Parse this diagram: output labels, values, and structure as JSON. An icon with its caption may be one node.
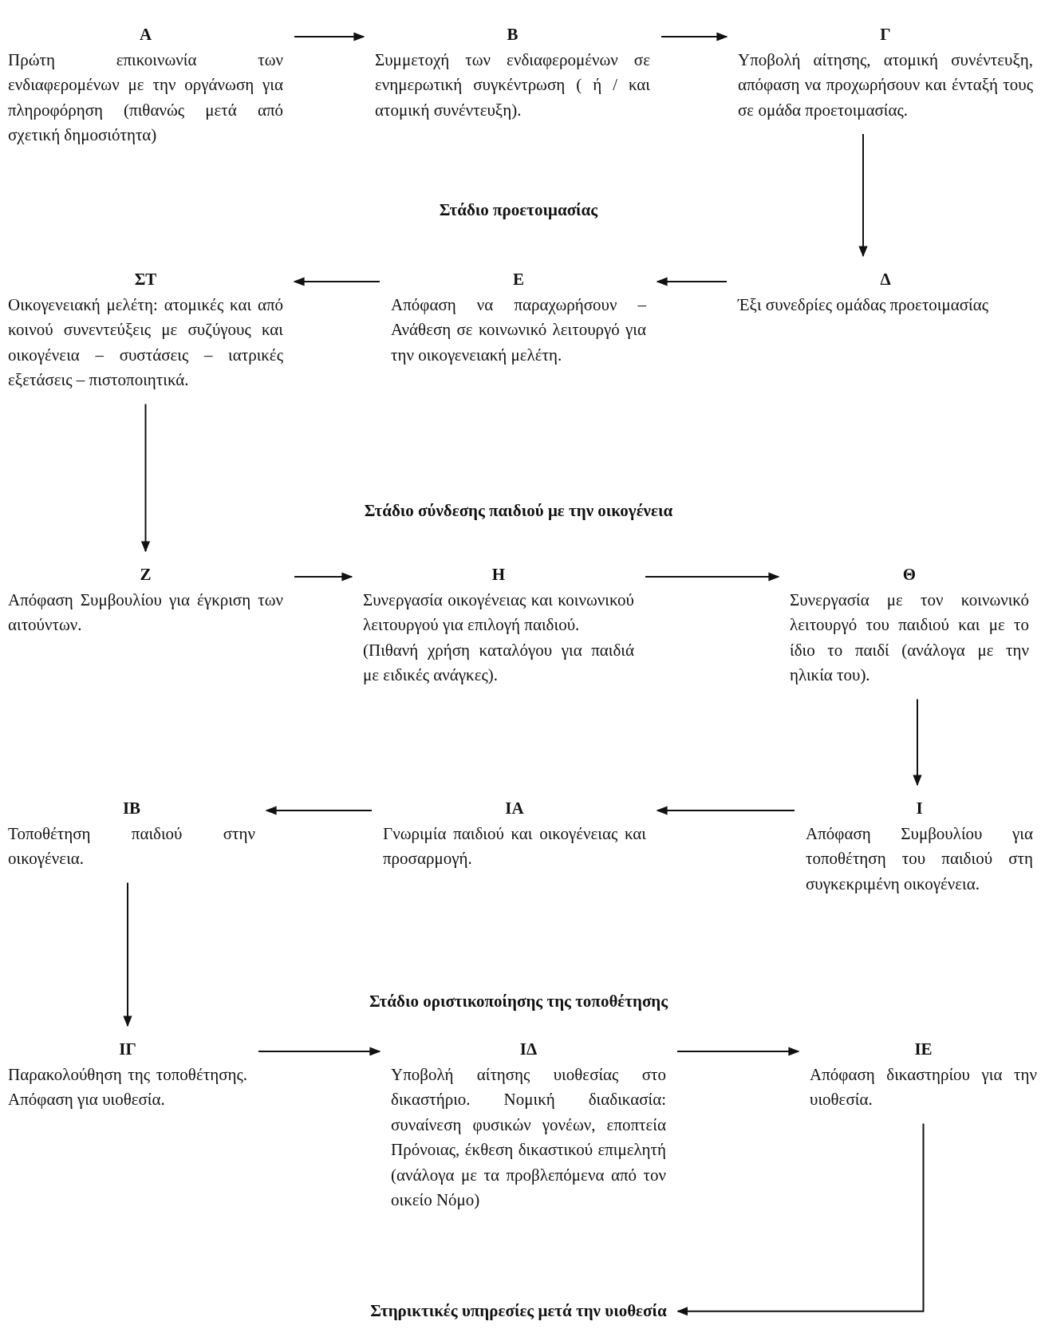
{
  "diagram": {
    "nodes": [
      {
        "text": [
          "Α",
          "Πρώτη επικοινωνία των ενδιαφερομένων με την οργάνωση για πληροφόρηση (πιθανώς μετά από σχετική δημοσιότητα)"
        ]
      },
      {
        "text": [
          "Β",
          "Συμμετοχή των ενδιαφερομένων σε ενημερωτική συγκέντρωση ( ή / και ατομική συνέντευξη)."
        ]
      },
      {
        "text": [
          "Γ",
          "Υποβολή αίτησης, ατομική συνέντευξη, απόφαση να προχωρήσουν και ένταξή τους σε ομάδα προετοιμασίας."
        ]
      },
      {
        "text": [
          "Δ",
          "Έξι συνεδρίες ομάδας προετοιμασίας"
        ]
      },
      {
        "text": [
          "Ε",
          "Απόφαση να παραχωρήσουν – Ανάθεση σε κοινωνικό λειτουργό για την οικογενειακή μελέτη."
        ]
      },
      {
        "text": [
          "ΣΤ",
          "Οικογενειακή μελέτη: ατομικές και από κοινού συνεντεύξεις με συζύγους και οικογένεια – συστάσεις – ιατρικές εξετάσεις – πιστοποιητικά."
        ]
      },
      {
        "text": [
          "Ζ",
          "Απόφαση Συμβουλίου για έγκριση των αιτούντων."
        ]
      },
      {
        "text": [
          "Η",
          "Συνεργασία οικογένειας και κοινωνικού λειτουργού για επιλογή παιδιού.",
          "(Πιθανή χρήση καταλόγου για παιδιά με ειδικές ανάγκες)."
        ]
      },
      {
        "text": [
          "Θ",
          "Συνεργασία με τον κοινωνικό λειτουργό του παιδιού και με το ίδιο το παιδί (ανάλογα με την ηλικία του)."
        ]
      },
      {
        "text": [
          "Ι",
          "Απόφαση Συμβουλίου για τοποθέτηση του παιδιού στη συγκεκριμένη οικογένεια."
        ]
      },
      {
        "text": [
          "ΙΑ",
          "Γνωριμία παιδιού και οικογένειας και προσαρμογή."
        ]
      },
      {
        "text": [
          "ΙΒ",
          "Τοποθέτηση παιδιού στην οικογένεια."
        ]
      },
      {
        "text": [
          "ΙΓ",
          "Παρακολούθηση της τοποθέτησης. Απόφαση για υιοθεσία."
        ]
      },
      {
        "text": [
          "ΙΔ",
          "Υποβολή αίτησης υιοθεσίας στο δικαστήριο. Νομική διαδικασία: συναίνεση φυσικών γονέων, εποπτεία Πρόνοιας, έκθεση δικαστικού επιμελητή (ανάλογα με τα προβλεπόμενα από τον οικείο Νόμο)"
        ]
      },
      {
        "text": [
          "ΙΕ",
          "Απόφαση δικαστηρίου για την υιοθεσία."
        ]
      },
      {
        "text": [
          "Στηρικτικές υπηρεσίες μετά την υιοθεσία"
        ]
      }
    ],
    "edges": [
      {
        "from": 0,
        "to": 1,
        "arrow": "to"
      },
      {
        "from": 1,
        "to": 2,
        "arrow": "to"
      },
      {
        "from": 2,
        "to": 3,
        "arrow": "to"
      },
      {
        "from": 3,
        "to": 4,
        "arrow": "to"
      },
      {
        "from": 4,
        "to": 5,
        "arrow": "to"
      },
      {
        "from": 5,
        "to": 6,
        "arrow": "to"
      },
      {
        "from": 6,
        "to": 7,
        "arrow": "to"
      },
      {
        "from": 7,
        "to": 8,
        "arrow": "to"
      },
      {
        "from": 8,
        "to": 9,
        "arrow": "to"
      },
      {
        "from": 9,
        "to": 10,
        "arrow": "to"
      },
      {
        "from": 10,
        "to": 11,
        "arrow": "to"
      },
      {
        "from": 11,
        "to": 12,
        "arrow": "to"
      },
      {
        "from": 12,
        "to": 13,
        "arrow": "to"
      },
      {
        "from": 13,
        "to": 14,
        "arrow": "to"
      },
      {
        "from": 14,
        "to": 15,
        "arrow": "to"
      }
    ],
    "labels": [
      "Στάδιο προετοιμασίας",
      "Στάδιο σύνδεσης παιδιού με την οικογένεια",
      "Στάδιο οριστικοποίησης της τοποθέτησης"
    ]
  }
}
